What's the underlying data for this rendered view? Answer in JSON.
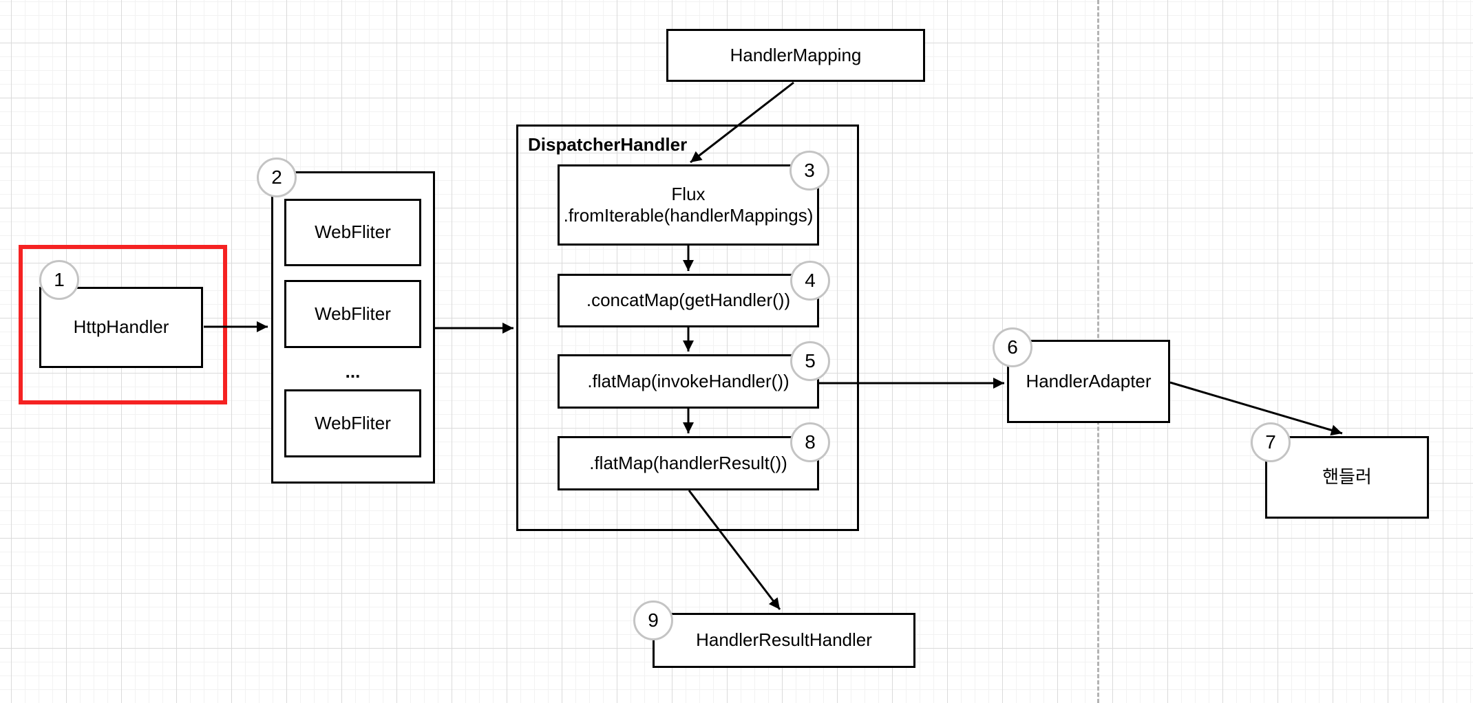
{
  "nodes": {
    "http_handler": {
      "badge": "1",
      "label": "HttpHandler"
    },
    "webfilter_chain": {
      "badge": "2",
      "filters": [
        "WebFliter",
        "WebFliter",
        "WebFliter"
      ],
      "ellipsis": "..."
    },
    "handler_mapping": {
      "label": "HandlerMapping"
    },
    "dispatcher": {
      "title": "DispatcherHandler",
      "steps": [
        {
          "badge": "3",
          "line1": "Flux",
          "line2": ".fromIterable(handlerMappings)"
        },
        {
          "badge": "4",
          "line1": ".concatMap(getHandler())"
        },
        {
          "badge": "5",
          "line1": ".flatMap(invokeHandler())"
        },
        {
          "badge": "8",
          "line1": ".flatMap(handlerResult())"
        }
      ]
    },
    "handler_adapter": {
      "badge": "6",
      "label": "HandlerAdapter"
    },
    "handler": {
      "badge": "7",
      "label": "핸들러"
    },
    "handler_result_handler": {
      "badge": "9",
      "label": "HandlerResultHandler"
    }
  },
  "colors": {
    "highlight": "#f52222",
    "box_stroke": "#000000",
    "badge_stroke": "#c4c4c4",
    "connector": "#000000",
    "grid_minor": "#f2f2f2",
    "grid_major": "#dadada",
    "page_break": "#b3b3b3",
    "canvas_bg": "#ffffff"
  }
}
